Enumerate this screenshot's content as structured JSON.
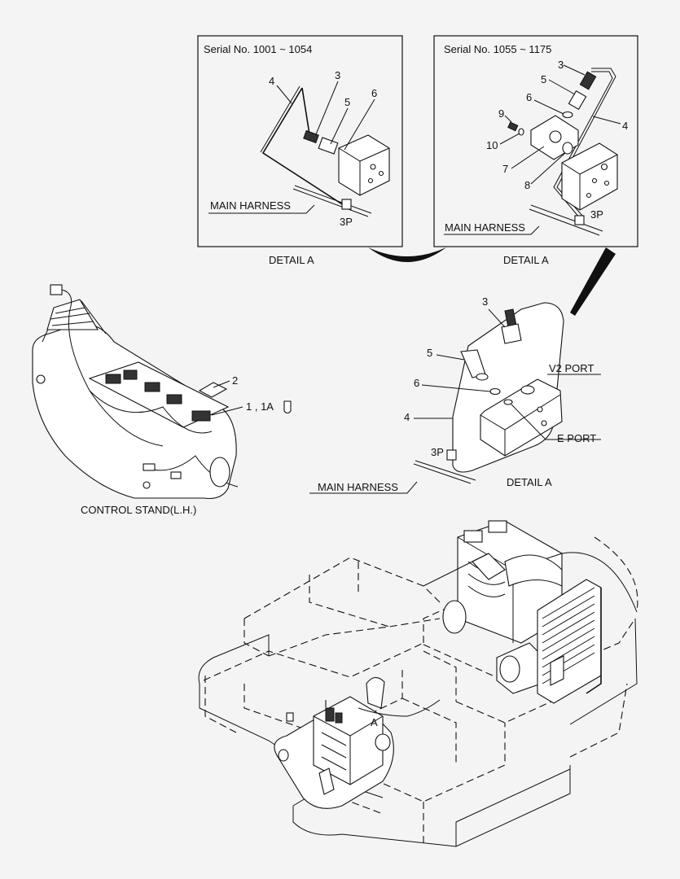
{
  "detail_left": {
    "serial": "Serial No. 1001 ~ 1054",
    "callouts": [
      "4",
      "3",
      "5",
      "6"
    ],
    "harness": "MAIN HARNESS",
    "connector": "3P",
    "caption": "DETAIL  A"
  },
  "detail_right": {
    "serial": "Serial No. 1055 ~ 1175",
    "callouts": [
      "3",
      "5",
      "6",
      "9",
      "10",
      "7",
      "8",
      "4"
    ],
    "harness": "MAIN HARNESS",
    "connector": "3P",
    "caption": "DETAIL  A"
  },
  "control_stand": {
    "caption": "CONTROL STAND(L.H.)",
    "callouts": [
      "2",
      "1 , 1A"
    ]
  },
  "detail_mid": {
    "callouts": [
      "3",
      "5",
      "6",
      "4"
    ],
    "v2_port": "V2  PORT",
    "e_port": "E  PORT",
    "connector": "3P",
    "harness": "MAIN HARNESS",
    "caption": "DETAIL  A"
  },
  "machine": {
    "view_marker": "A"
  }
}
